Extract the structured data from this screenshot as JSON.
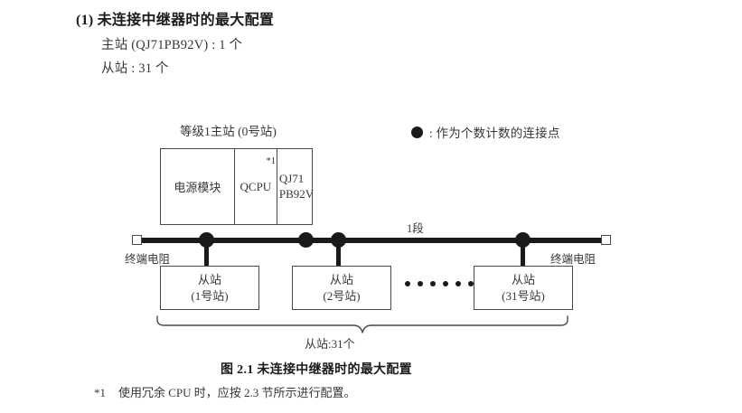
{
  "heading": {
    "number": "(1)",
    "text": "未连接中继器时的最大配置"
  },
  "spec_lines": {
    "master": "主站 (QJ71PB92V) : 1 个",
    "slave": "从站 : 31 个"
  },
  "legend": {
    "symbol": "●",
    "text": ": 作为个数计数的连接点"
  },
  "diagram": {
    "master_label": "等级1主站 (0号站)",
    "master_cells": {
      "power": "电源模块",
      "cpu": "QCPU",
      "cpu_note": "*1",
      "network_line1": "QJ71",
      "network_line2": "PB92V"
    },
    "segment_label": "1段",
    "terminator_left": "终端电阻",
    "terminator_right": "终端电阻",
    "slaves": [
      {
        "name": "从站",
        "station": "(1号站)"
      },
      {
        "name": "从站",
        "station": "(2号站)"
      },
      {
        "name": "从站",
        "station": "(31号站)"
      }
    ],
    "ellipsis_dot_count": 6,
    "brace_label": "从站:31个"
  },
  "figure_caption": "图 2.1  未连接中继器时的最大配置",
  "footnote": {
    "marker": "*1",
    "text": "使用冗余 CPU 时，应按 2.3 节所示进行配置。"
  },
  "colors": {
    "ink": "#3a3636",
    "heading": "#1d1a1a",
    "line": "#1a1a1a",
    "box_border": "#4a4a4a",
    "background": "#ffffff"
  }
}
